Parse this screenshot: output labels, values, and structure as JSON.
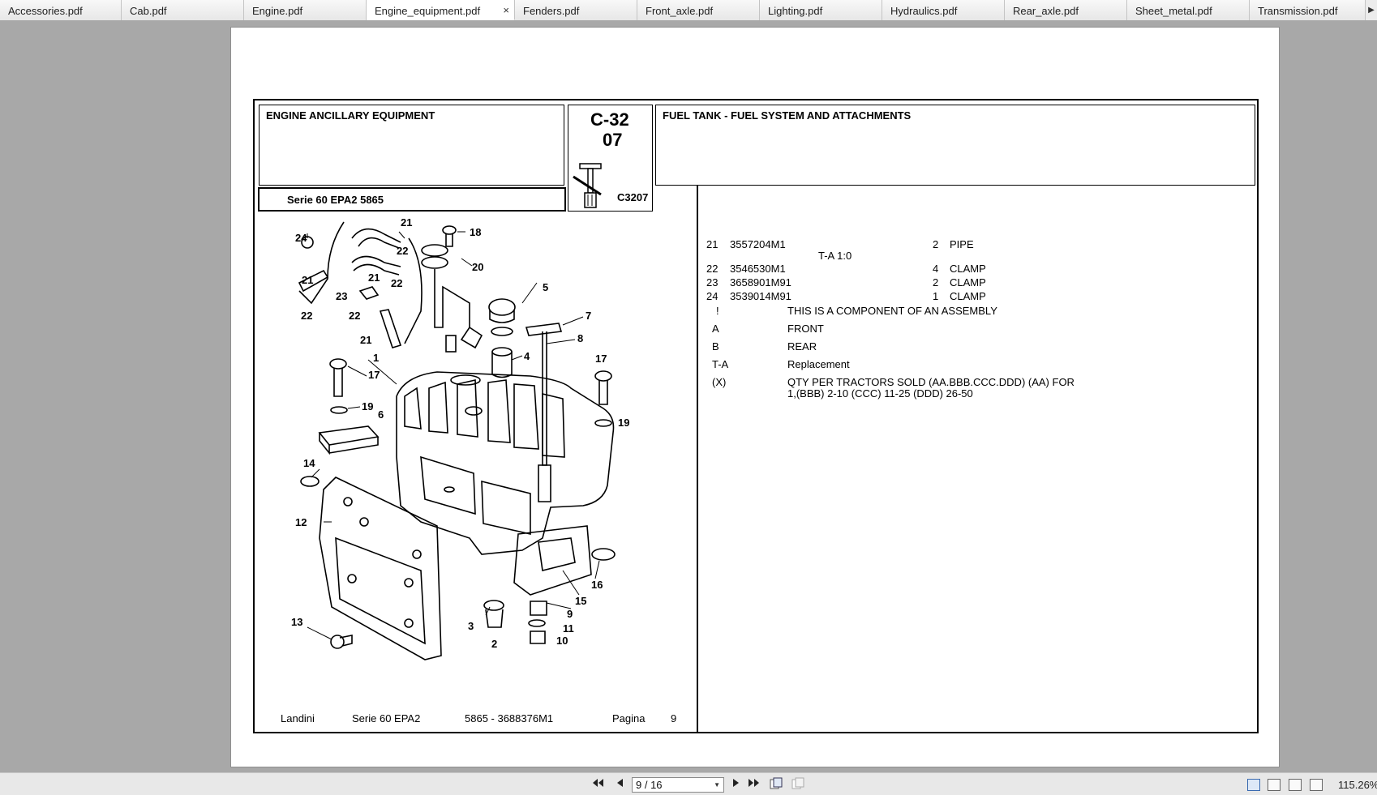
{
  "tabs": [
    {
      "label": "Accessories.pdf",
      "active": false
    },
    {
      "label": "Cab.pdf",
      "active": false
    },
    {
      "label": "Engine.pdf",
      "active": false
    },
    {
      "label": "Engine_equipment.pdf",
      "active": true
    },
    {
      "label": "Fenders.pdf",
      "active": false
    },
    {
      "label": "Front_axle.pdf",
      "active": false
    },
    {
      "label": "Lighting.pdf",
      "active": false
    },
    {
      "label": "Hydraulics.pdf",
      "active": false
    },
    {
      "label": "Rear_axle.pdf",
      "active": false
    },
    {
      "label": "Sheet_metal.pdf",
      "active": false
    },
    {
      "label": "Transmission.pdf",
      "active": false
    }
  ],
  "tab_close_glyph": "×",
  "document": {
    "section_title": "ENGINE ANCILLARY EQUIPMENT",
    "serie": "Serie 60 EPA2 5865",
    "code_main": "C-32",
    "code_sub": "07",
    "code_ref": "C3207",
    "part_title": "FUEL TANK - FUEL SYSTEM AND ATTACHMENTS",
    "parts": [
      {
        "ref": "21",
        "number": "3557204M1",
        "qty": "2",
        "desc": "PIPE",
        "note": "T-A 1:0"
      },
      {
        "ref": "22",
        "number": "3546530M1",
        "qty": "4",
        "desc": "CLAMP",
        "note": ""
      },
      {
        "ref": "23",
        "number": "3658901M91",
        "qty": "2",
        "desc": "CLAMP",
        "note": ""
      },
      {
        "ref": "24",
        "number": "3539014M91",
        "qty": "1",
        "desc": "CLAMP",
        "note": ""
      }
    ],
    "legend": [
      {
        "key": "!",
        "text": "THIS IS A COMPONENT OF AN ASSEMBLY"
      },
      {
        "key": "A",
        "text": "FRONT"
      },
      {
        "key": "B",
        "text": "REAR"
      },
      {
        "key": "T-A",
        "text": "Replacement"
      },
      {
        "key": "(X)",
        "text": "QTY PER TRACTORS SOLD  (AA.BBB.CCC.DDD) (AA) FOR",
        "text2": "1,(BBB) 2-10 (CCC) 11-25 (DDD) 26-50"
      }
    ],
    "footer": {
      "brand": "Landini",
      "serie": "Serie 60 EPA2",
      "code": "5865  - 3688376M1",
      "page_label": "Pagina",
      "page_num": "9"
    },
    "callouts": [
      "21",
      "18",
      "24",
      "22",
      "20",
      "21",
      "22",
      "23",
      "5",
      "22",
      "21",
      "1",
      "7",
      "8",
      "4",
      "17",
      "17",
      "19",
      "6",
      "19",
      "14",
      "12",
      "16",
      "15",
      "9",
      "3",
      "11",
      "13",
      "2",
      "10",
      "22"
    ]
  },
  "toolbar": {
    "page_value": "9 / 16",
    "zoom": "115.26%"
  },
  "icons": {
    "first": "first-page-icon",
    "prev": "prev-page-icon",
    "next": "next-page-icon",
    "last": "last-page-icon"
  }
}
